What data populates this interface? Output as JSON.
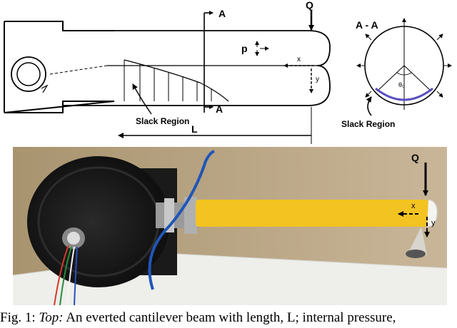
{
  "diagram": {
    "section_label_top": "A",
    "section_label_bottom": "A",
    "load_label": "Q",
    "pressure_label": "p",
    "x_axis_label": "x",
    "y_axis_label": "y",
    "slack_region_label": "Slack Region",
    "length_label": "L",
    "cross_section_title": "A - A",
    "theta_label": "θ₀",
    "cross_section_slack_label": "Slack Region",
    "slack_color": "#5a4fc0"
  },
  "photo": {
    "load_label": "Q",
    "x_axis_label": "x",
    "y_axis_label": "y",
    "beam_color": "#f2c321",
    "tube_color": "#1f56b8"
  },
  "caption": {
    "prefix": "Fig. 1: ",
    "emphasis": "Top:",
    "text": " An everted cantilever beam with length, L; internal pressure,"
  }
}
